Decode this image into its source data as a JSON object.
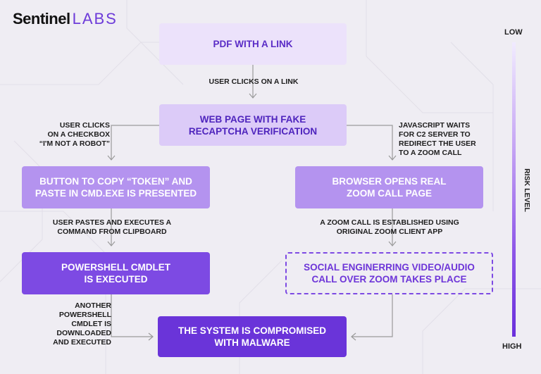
{
  "logo": {
    "part1": "Sentinel",
    "part2": "LABS"
  },
  "nodes": {
    "pdf": "PDF WITH A LINK",
    "webpage": "WEB PAGE WITH FAKE\nRECAPTCHA VERIFICATION",
    "button": "BUTTON TO COPY “TOKEN” AND\nPASTE IN CMD.EXE IS PRESENTED",
    "browser": "BROWSER OPENS REAL\nZOOM CALL PAGE",
    "powershell": "POWERSHELL CMDLET\nIS EXECUTED",
    "social": "SOCIAL ENGINERRING VIDEO/AUDIO\nCALL OVER ZOOM TAKES PLACE",
    "compromised": "THE SYSTEM IS COMPROMISED\nWITH MALWARE"
  },
  "edges": {
    "clicks_link": "USER CLICKS ON A LINK",
    "clicks_checkbox": "USER CLICKS\nON A CHECKBOX\n“I'M NOT A ROBOT”",
    "js_waits": "JAVASCRIPT WAITS\nFOR C2 SERVER TO\nREDIRECT THE USER\nTO A ZOOM CALL",
    "user_pastes": "USER PASTES AND EXECUTES A\nCOMMAND FROM CLIPBOARD",
    "zoom_established": "A ZOOM CALL IS ESTABLISHED USING\nORIGINAL ZOOM CLIENT APP",
    "another_cmdlet": "ANOTHER\nPOWERSHELL\nCMDLET IS\nDOWNLOADED\nAND EXECUTED"
  },
  "risk": {
    "low": "LOW",
    "high": "HIGH",
    "label": "RISK LEVEL"
  },
  "colors": {
    "accent": "#6a34d9",
    "line": "#9a9a9a"
  }
}
